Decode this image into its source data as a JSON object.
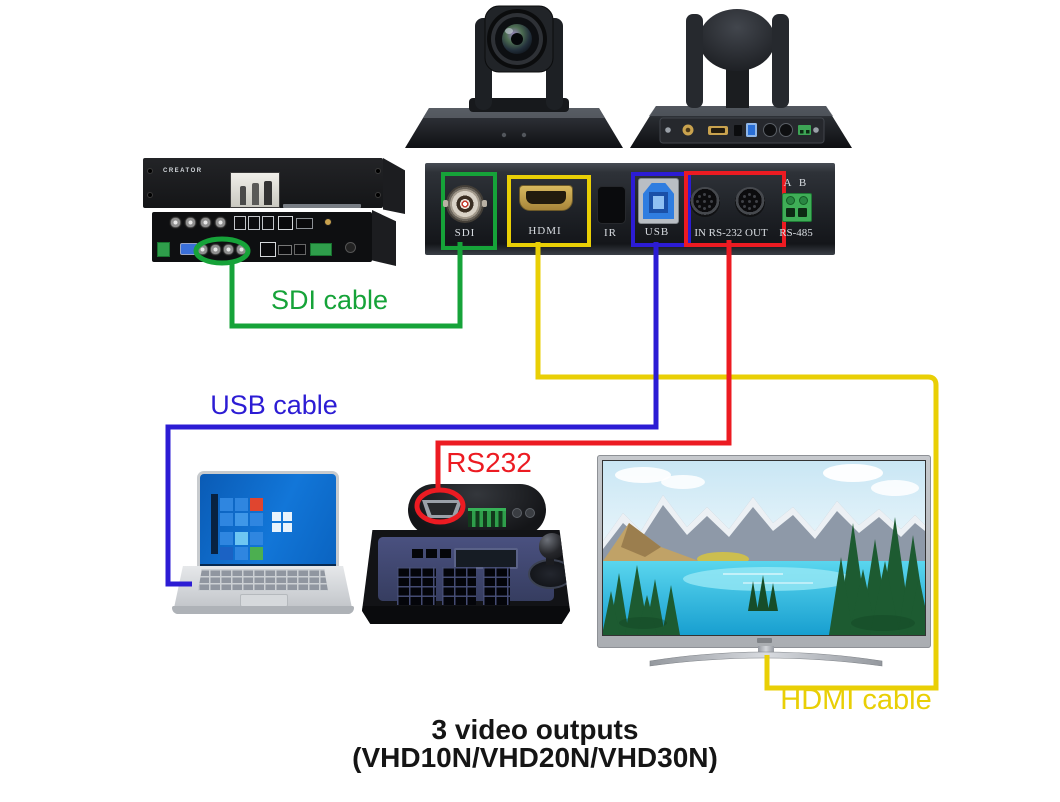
{
  "colors": {
    "green": "#16a339",
    "yellow": "#e9cf05",
    "blue": "#2c1cd4",
    "red": "#ec1b22"
  },
  "cable_labels": {
    "sdi": "SDI cable",
    "usb": "USB cable",
    "rs232": "RS232",
    "hdmi": "HDMI cable"
  },
  "panel_ports": {
    "sdi": "SDI",
    "hdmi": "HDMI",
    "ir": "IR",
    "usb": "USB",
    "rs232": "IN RS-232 OUT",
    "rs485": "RS-485",
    "rs485_a": "A",
    "rs485_b": "B"
  },
  "rack": {
    "brand": "CREATOR"
  },
  "caption": {
    "line1": "3 video outputs",
    "line2": "(VHD10N/VHD20N/VHD30N)"
  }
}
